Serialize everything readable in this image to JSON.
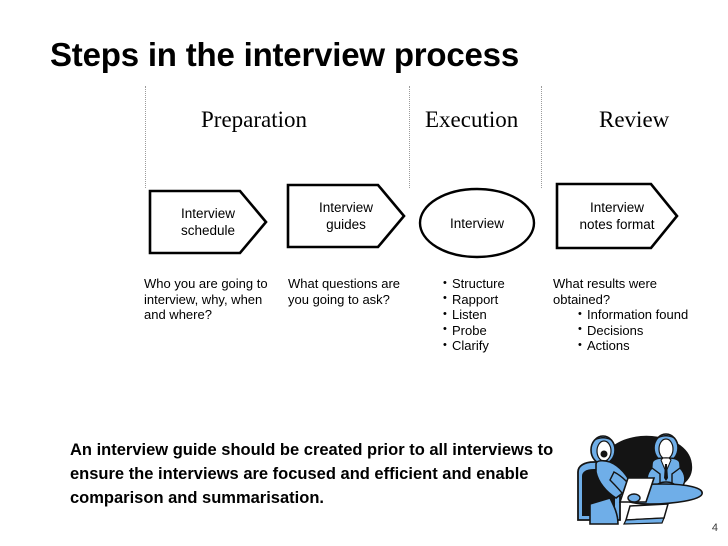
{
  "slide": {
    "title": "Steps in the interview process",
    "page_number": "4"
  },
  "phases": [
    {
      "id": "preparation",
      "label": "Preparation"
    },
    {
      "id": "execution",
      "label": "Execution"
    },
    {
      "id": "review",
      "label": "Review"
    }
  ],
  "shapes": [
    {
      "id": "interview-schedule",
      "type": "pentagon-arrow",
      "line1": "Interview",
      "line2": "schedule"
    },
    {
      "id": "interview-guides",
      "type": "pentagon-arrow",
      "line1": "Interview",
      "line2": "guides"
    },
    {
      "id": "interview",
      "type": "ellipse",
      "line1": "Interview",
      "line2": ""
    },
    {
      "id": "interview-notes-format",
      "type": "pentagon-arrow",
      "line1": "Interview",
      "line2": "notes format"
    }
  ],
  "columns": {
    "col1": {
      "text": "Who you are going to interview, why, when and where?"
    },
    "col2": {
      "text": "What questions are you going to ask?"
    },
    "col3": {
      "bullets": [
        "Structure",
        "Rapport",
        "Listen",
        "Probe",
        "Clarify"
      ]
    },
    "col4": {
      "heading": "What results were obtained?",
      "bullets": [
        "Information found",
        "Decisions",
        "Actions"
      ]
    }
  },
  "statement": {
    "text": "An interview guide should be created prior to all interviews to ensure the interviews are focused and efficient and enable comparison and summarisation."
  },
  "clipart": {
    "name": "interview-illustration",
    "colors": {
      "blue": "#6FAEE8",
      "blue_dark": "#4E8FD0",
      "black": "#141414",
      "white": "#FFFFFF"
    }
  },
  "theme": {
    "background": "#FFFFFF",
    "text": "#000000",
    "divider": "#9B9B9B"
  }
}
